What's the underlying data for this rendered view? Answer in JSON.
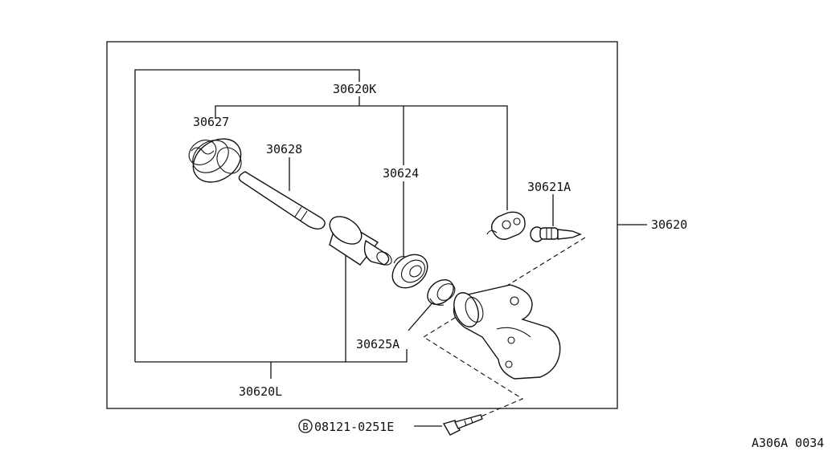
{
  "labels": {
    "kit_upper": "30620K",
    "boot": "30627",
    "push_rod": "30628",
    "piston_cup": "30624",
    "bleeder_valve": "30621A",
    "cylinder_assy": "30620",
    "dust_cap": "30625A",
    "kit_lower": "30620L",
    "bolt_marker": "B",
    "bolt_part": "08121-0251E",
    "diagram_code": "A306A 0034"
  }
}
